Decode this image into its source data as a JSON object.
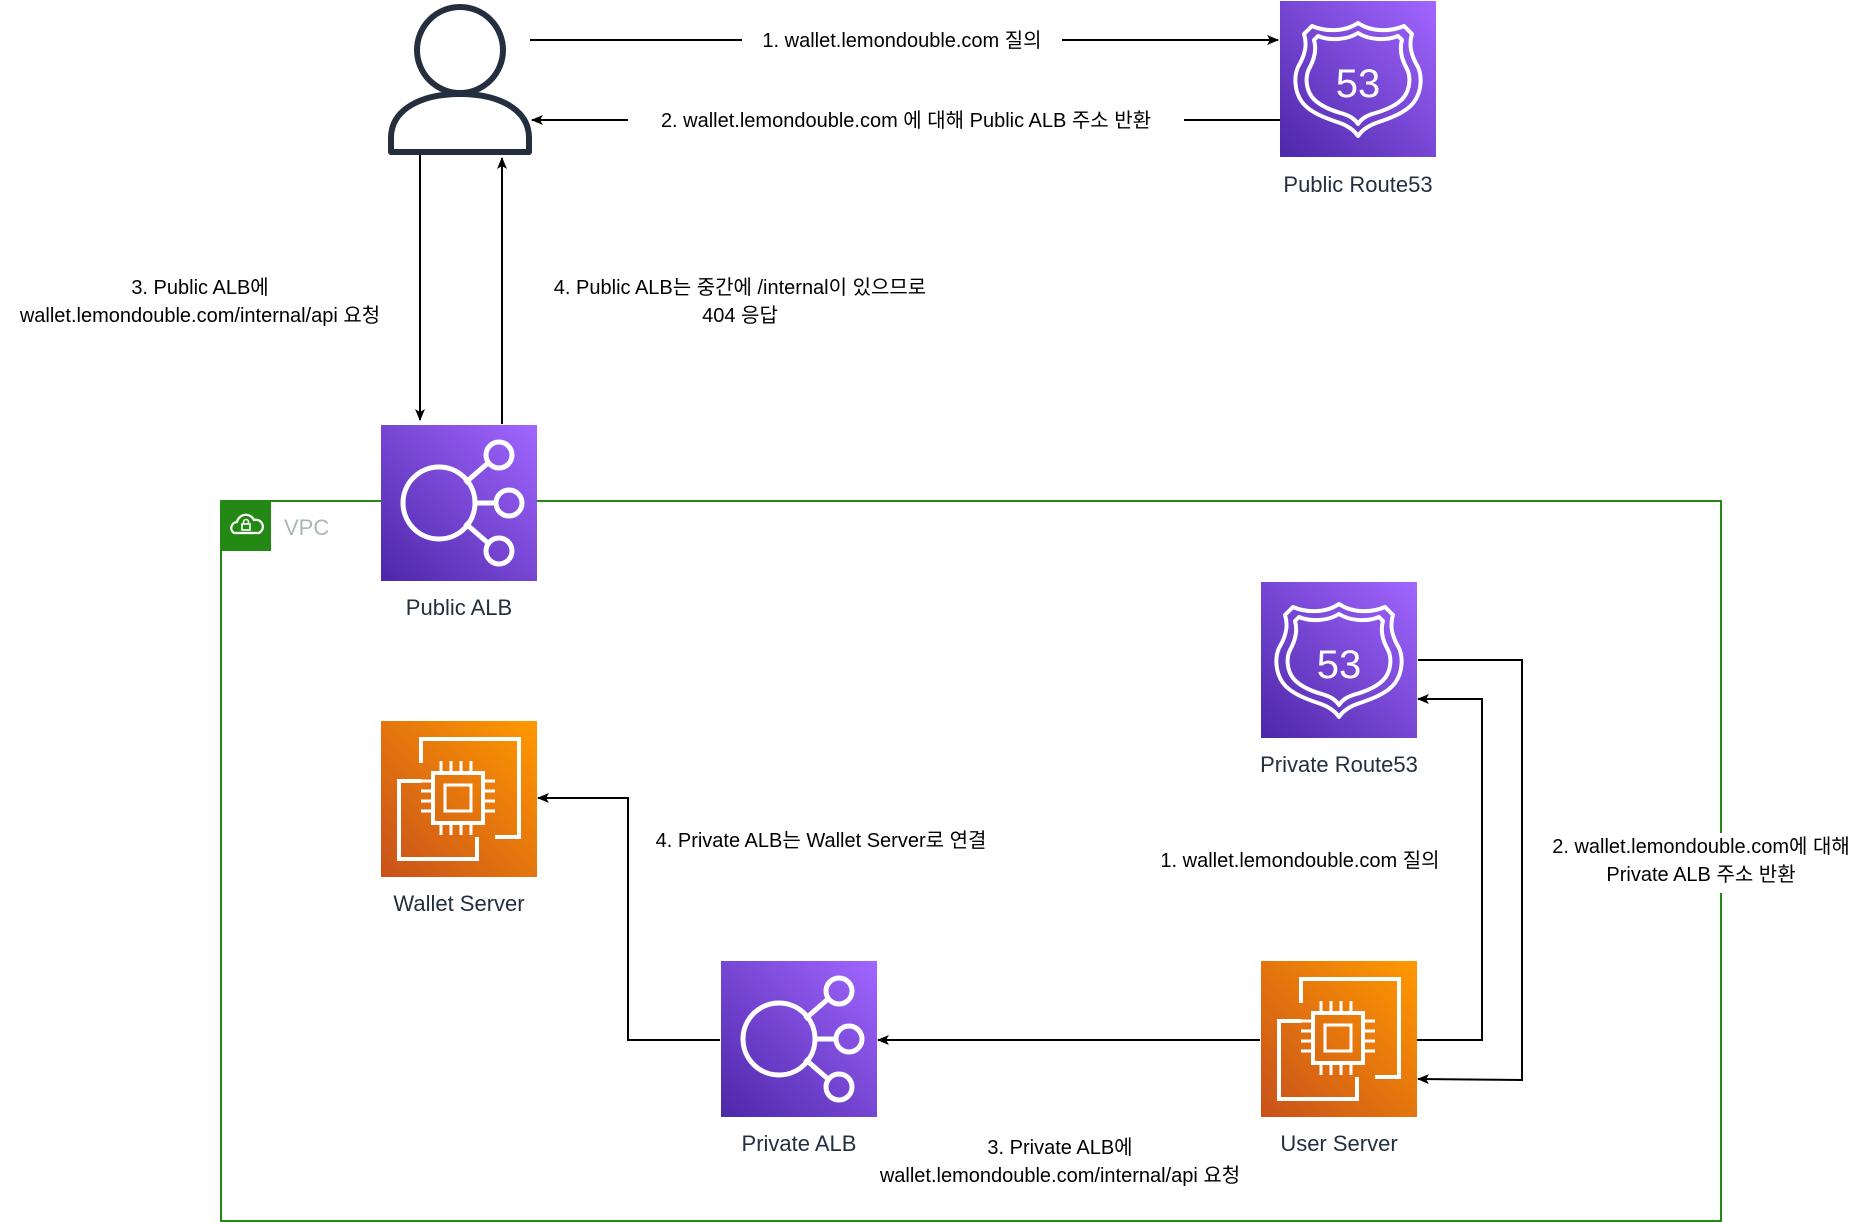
{
  "vpc": {
    "label": "VPC",
    "border_color": "#248814",
    "icon_color": "#248814"
  },
  "nodes": {
    "user": {
      "icon": "user-icon"
    },
    "public_route53": {
      "label": "Public Route53",
      "icon": "route53-icon",
      "color": "#8c4fff"
    },
    "public_alb": {
      "label": "Public ALB",
      "icon": "load-balancer-icon",
      "color": "#8c4fff"
    },
    "private_route53": {
      "label": "Private Route53",
      "icon": "route53-icon",
      "color": "#8c4fff"
    },
    "wallet_server": {
      "label": "Wallet Server",
      "icon": "ec2-instances-icon",
      "color": "#ed7100"
    },
    "private_alb": {
      "label": "Private ALB",
      "icon": "load-balancer-icon",
      "color": "#8c4fff"
    },
    "user_server": {
      "label": "User Server",
      "icon": "ec2-instances-icon",
      "color": "#ed7100"
    }
  },
  "route53_badge": "53",
  "edges": {
    "query_public": "1. wallet.lemondouble.com 질의",
    "return_public": "2. wallet.lemondouble.com 에 대해 Public ALB 주소 반환",
    "request_public_1": "3. Public ALB에",
    "request_public_2": "wallet.lemondouble.com/internal/api 요청",
    "response_public_1": "4. Public ALB는 중간에 /internal이 있으므로",
    "response_public_2": "404 응답",
    "connect_wallet": "4. Private ALB는 Wallet Server로 연결",
    "query_private": "1. wallet.lemondouble.com 질의",
    "return_private_1": "2. wallet.lemondouble.com에 대해",
    "return_private_2": "Private ALB 주소 반환",
    "request_private_1": "3. Private ALB에",
    "request_private_2": "wallet.lemondouble.com/internal/api 요청"
  }
}
